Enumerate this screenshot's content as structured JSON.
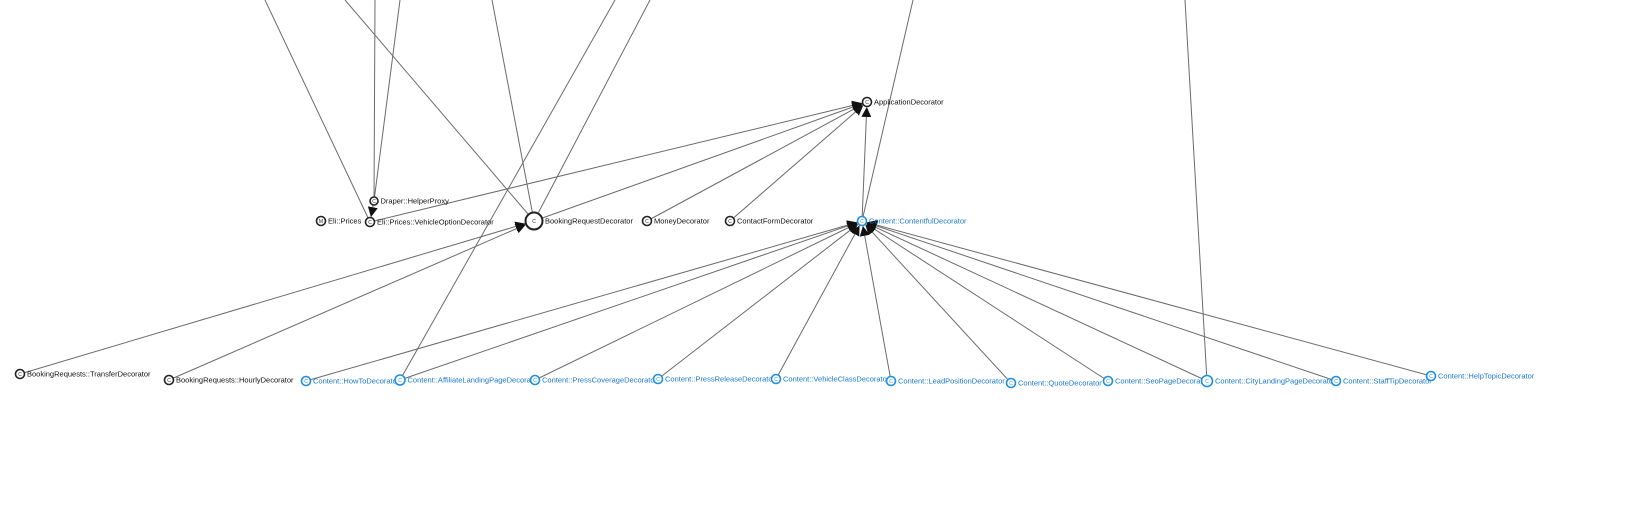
{
  "colors": {
    "edge": "#6b6b6b",
    "node_default": "#222222",
    "node_highlight": "#1d8fe0",
    "label_default": "#111111",
    "label_highlight": "#1a78c9"
  },
  "node_glyph": "C",
  "nodes": [
    {
      "id": "application-decorator",
      "label": "ApplicationDecorator",
      "highlight": false
    },
    {
      "id": "draper-helperproxy",
      "label": "Draper::HelperProxy",
      "highlight": false
    },
    {
      "id": "eli-prices",
      "label": "Eli::Prices",
      "highlight": false,
      "glyph": "M"
    },
    {
      "id": "eli-prices-vehicleoptiondecorator",
      "label": "Eli::Prices::VehicleOptionDecorator",
      "highlight": false
    },
    {
      "id": "bookingrequestdecorator",
      "label": "BookingRequestDecorator",
      "highlight": false
    },
    {
      "id": "moneydecorator",
      "label": "MoneyDecorator",
      "highlight": false
    },
    {
      "id": "contactformdecorator",
      "label": "ContactFormDecorator",
      "highlight": false
    },
    {
      "id": "content-contentfuldecorator",
      "label": "Content::ContentfulDecorator",
      "highlight": true
    },
    {
      "id": "bookingrequests-transferdecorator",
      "label": "BookingRequests::TransferDecorator",
      "highlight": false
    },
    {
      "id": "bookingrequests-hourlydecorator",
      "label": "BookingRequests::HourlyDecorator",
      "highlight": false
    },
    {
      "id": "content-howtodecorator",
      "label": "Content::HowToDecorator",
      "highlight": true
    },
    {
      "id": "content-affiliatelandingpagedecorator",
      "label": "Content::AffiliateLandingPageDecorator",
      "highlight": true
    },
    {
      "id": "content-presscoveragedecorator",
      "label": "Content::PressCoverageDecorator",
      "highlight": true
    },
    {
      "id": "content-pressreleasedecorator",
      "label": "Content::PressReleaseDecorator",
      "highlight": true
    },
    {
      "id": "content-vehicleclassdecorator",
      "label": "Content::VehicleClassDecorator",
      "highlight": true
    },
    {
      "id": "content-leadpositiondecorator",
      "label": "Content::LeadPositionDecorator",
      "highlight": true
    },
    {
      "id": "content-quotedecorator",
      "label": "Content::QuoteDecorator",
      "highlight": true
    },
    {
      "id": "content-seopagedecorator",
      "label": "Content::SeoPageDecorator",
      "highlight": true
    },
    {
      "id": "content-citylandingpagedecorator",
      "label": "Content::CityLandingPageDecorator",
      "highlight": true
    },
    {
      "id": "content-stafftipdecorator",
      "label": "Content::StaffTipDecorator",
      "highlight": true
    },
    {
      "id": "content-helptopicdecorator",
      "label": "Content::HelpTopicDecorator",
      "highlight": true
    }
  ],
  "edges": [
    {
      "from": "draper-helperproxy",
      "to": "eli-prices-vehicleoptiondecorator",
      "arrow": true
    },
    {
      "from": "eli-prices-vehicleoptiondecorator",
      "to": "application-decorator",
      "arrow": true
    },
    {
      "from": "bookingrequestdecorator",
      "to": "application-decorator",
      "arrow": true
    },
    {
      "from": "moneydecorator",
      "to": "application-decorator",
      "arrow": true
    },
    {
      "from": "contactformdecorator",
      "to": "application-decorator",
      "arrow": true
    },
    {
      "from": "content-contentfuldecorator",
      "to": "application-decorator",
      "arrow": true
    },
    {
      "from": "bookingrequests-transferdecorator",
      "to": "bookingrequestdecorator",
      "arrow": true
    },
    {
      "from": "bookingrequests-hourlydecorator",
      "to": "bookingrequestdecorator",
      "arrow": true
    },
    {
      "from": "content-howtodecorator",
      "to": "content-contentfuldecorator",
      "arrow": true
    },
    {
      "from": "content-affiliatelandingpagedecorator",
      "to": "content-contentfuldecorator",
      "arrow": true
    },
    {
      "from": "content-presscoveragedecorator",
      "to": "content-contentfuldecorator",
      "arrow": true
    },
    {
      "from": "content-pressreleasedecorator",
      "to": "content-contentfuldecorator",
      "arrow": true
    },
    {
      "from": "content-vehicleclassdecorator",
      "to": "content-contentfuldecorator",
      "arrow": true
    },
    {
      "from": "content-leadpositiondecorator",
      "to": "content-contentfuldecorator",
      "arrow": true
    },
    {
      "from": "content-quotedecorator",
      "to": "content-contentfuldecorator",
      "arrow": true
    },
    {
      "from": "content-seopagedecorator",
      "to": "content-contentfuldecorator",
      "arrow": true
    },
    {
      "from": "content-citylandingpagedecorator",
      "to": "content-contentfuldecorator",
      "arrow": true
    },
    {
      "from": "content-stafftipdecorator",
      "to": "content-contentfuldecorator",
      "arrow": true
    },
    {
      "from": "content-helptopicdecorator",
      "to": "content-contentfuldecorator",
      "arrow": true
    }
  ],
  "offscreen_edges": [
    {
      "to": "eli-prices-vehicleoptiondecorator"
    },
    {
      "to": "draper-helperproxy"
    },
    {
      "to": "draper-helperproxy"
    },
    {
      "to": "bookingrequestdecorator"
    },
    {
      "to": "bookingrequestdecorator"
    },
    {
      "to": "bookingrequestdecorator"
    },
    {
      "to": "content-affiliatelandingpagedecorator"
    },
    {
      "to": "content-contentfuldecorator"
    },
    {
      "to": "content-citylandingpagedecorator"
    }
  ]
}
